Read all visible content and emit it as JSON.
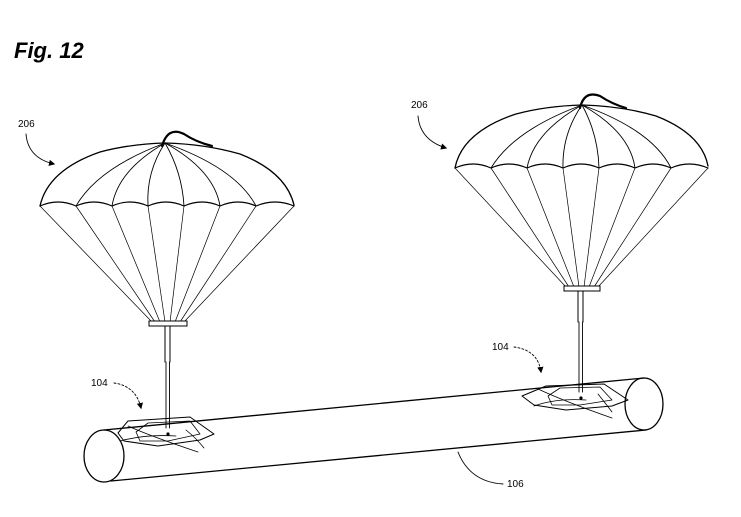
{
  "figure": {
    "title": "Fig. 12",
    "labels": {
      "parachute_left": "206",
      "parachute_right": "206",
      "attachment_left": "104",
      "attachment_right": "104",
      "pipe": "106"
    }
  }
}
